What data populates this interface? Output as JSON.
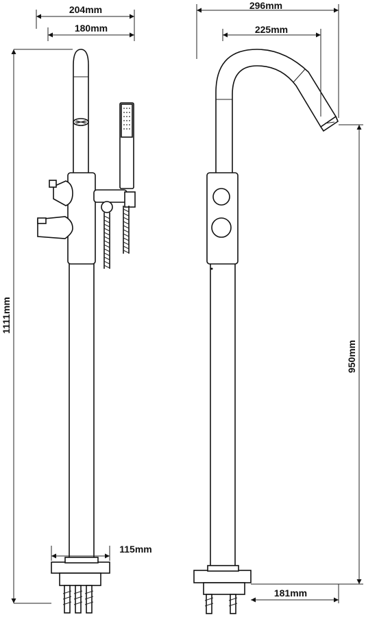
{
  "dimensions": {
    "overall_width_left": "204mm",
    "spout_width_left": "180mm",
    "overall_height": "1111mm",
    "base_width": "115mm",
    "overall_width_right": "296mm",
    "spout_reach": "225mm",
    "spout_height": "950mm",
    "base_offset": "181mm"
  }
}
